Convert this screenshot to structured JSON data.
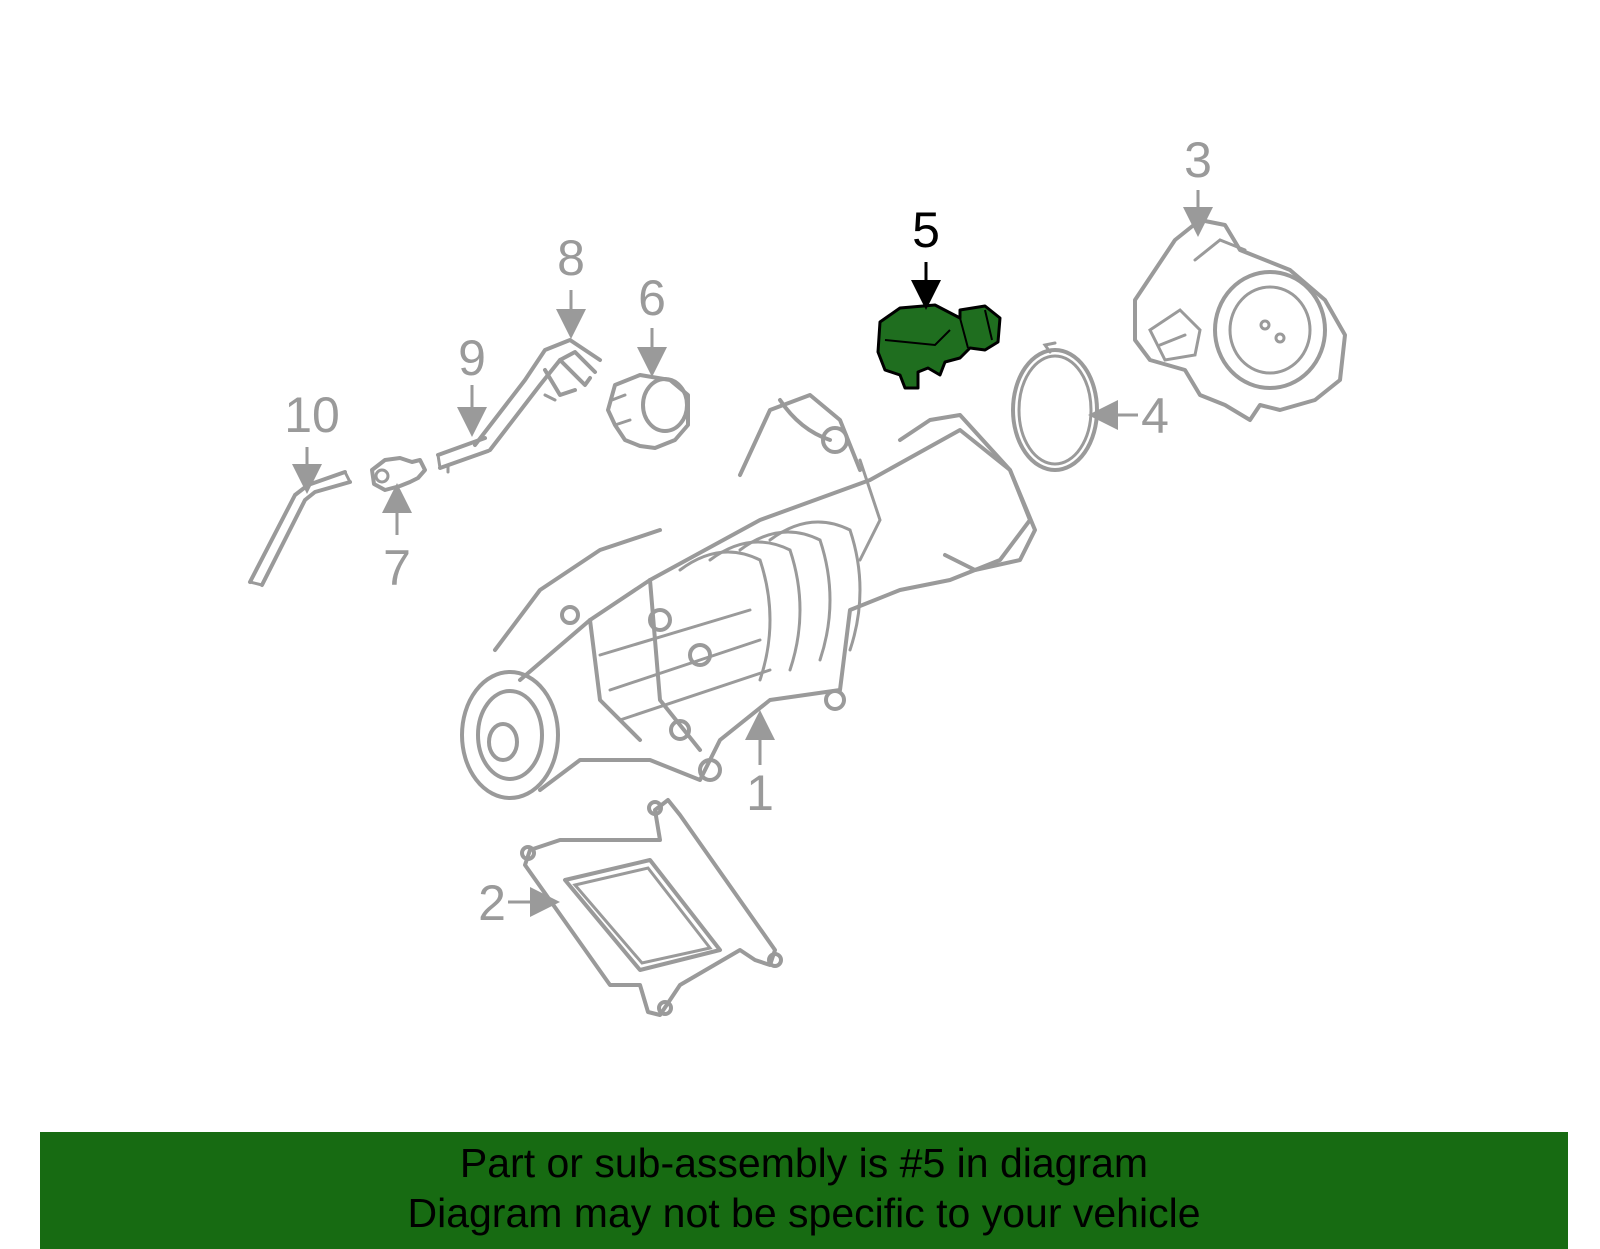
{
  "colors": {
    "highlight_part": "#1f6e1f",
    "banner_bg": "#176b12",
    "part_lines": "#9a9a9a"
  },
  "highlighted_callout": "5",
  "callouts": {
    "c1": "1",
    "c2": "2",
    "c3": "3",
    "c4": "4",
    "c5": "5",
    "c6": "6",
    "c7": "7",
    "c8": "8",
    "c9": "9",
    "c10": "10"
  },
  "banner": {
    "line1": "Part or sub-assembly is #5 in diagram",
    "line2": "Diagram may not be specific to your vehicle"
  }
}
